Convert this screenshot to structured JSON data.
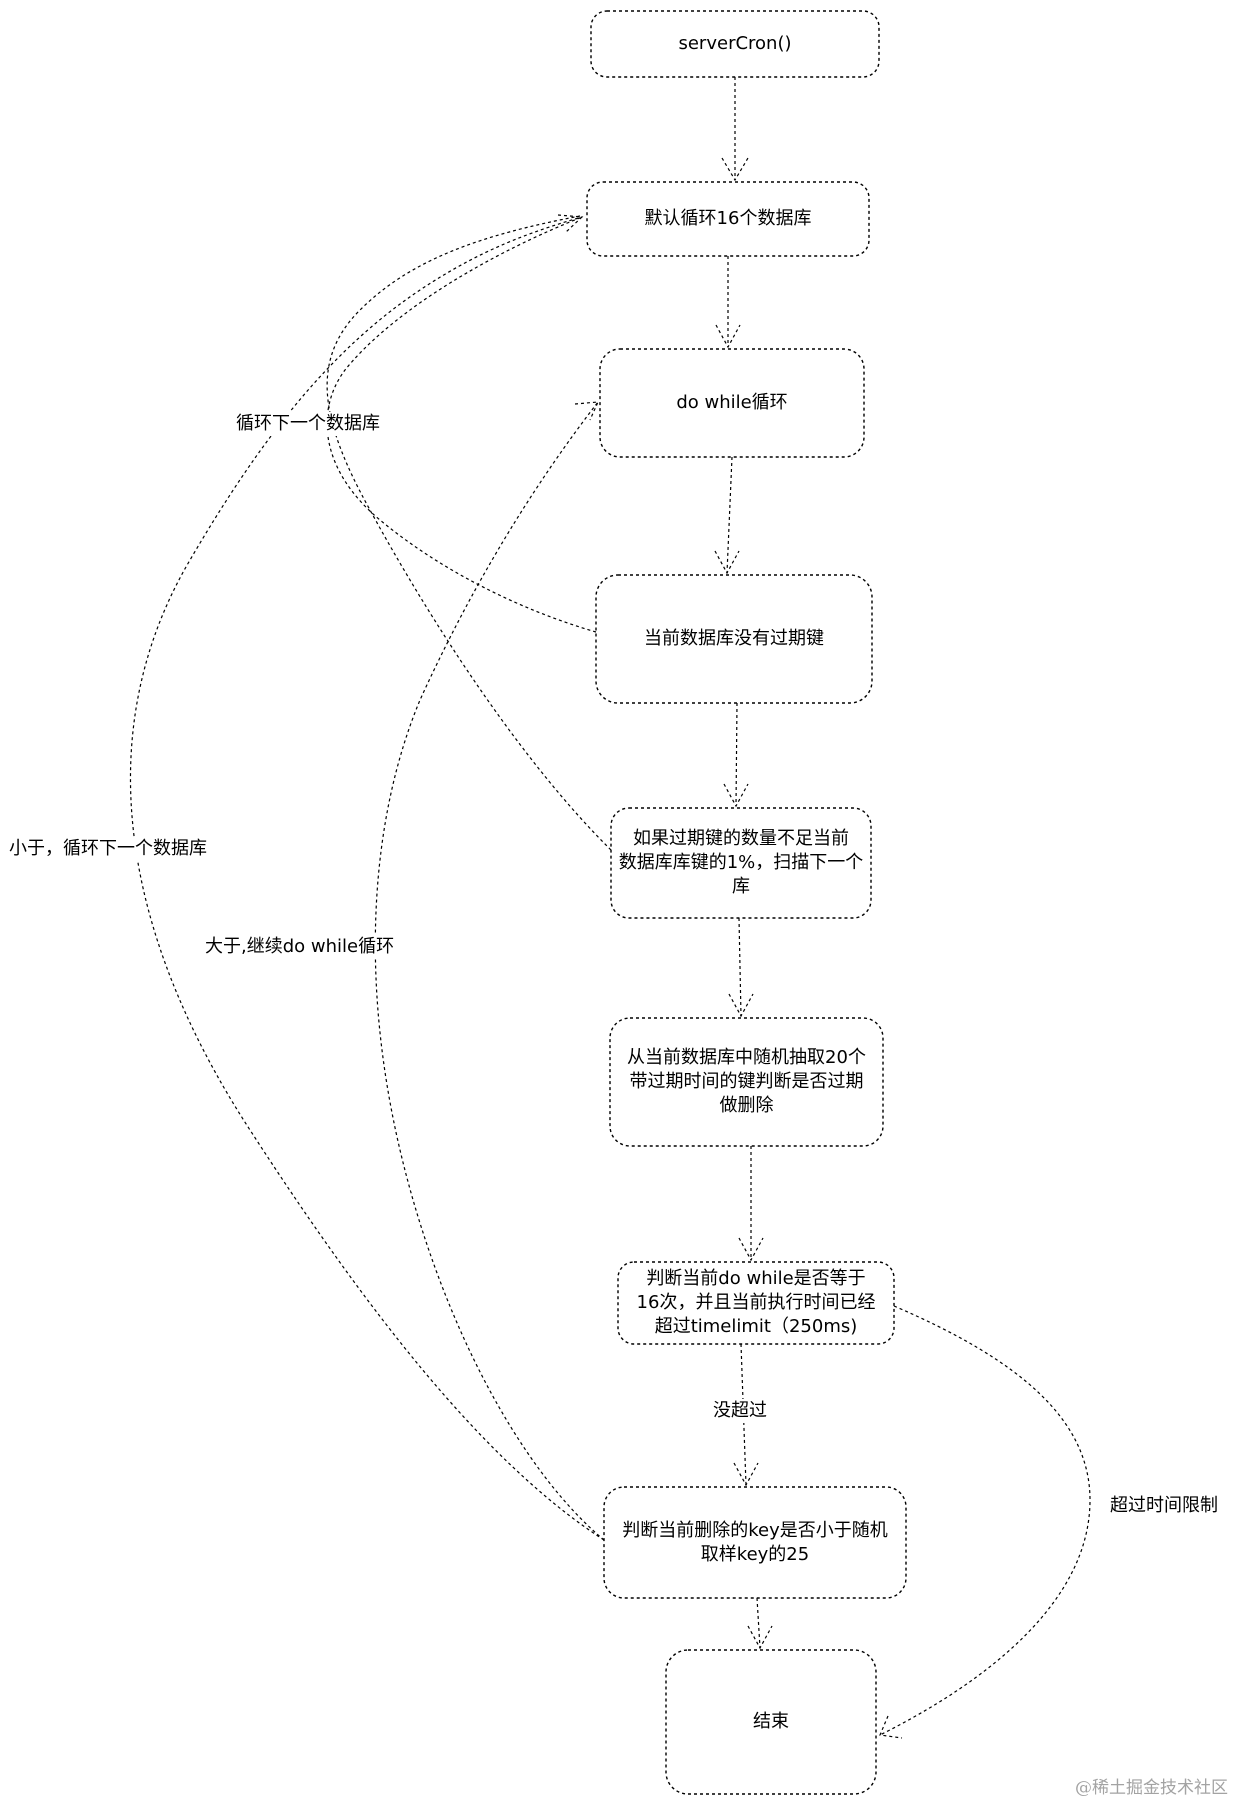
{
  "nodes": {
    "server_cron": {
      "lines": [
        "serverCron()"
      ]
    },
    "loop_16_db": {
      "lines": [
        "默认循环16个数据库"
      ]
    },
    "do_while": {
      "lines": [
        "do while循环"
      ]
    },
    "no_expired": {
      "lines": [
        "当前数据库没有过期键"
      ]
    },
    "expired_lt_1pct": {
      "lines": [
        "如果过期键的数量不足当前",
        "数据库库键的1%，扫描下一个",
        "库"
      ]
    },
    "sample_20": {
      "lines": [
        "从当前数据库中随机抽取20个",
        "带过期时间的键判断是否过期",
        "做删除"
      ]
    },
    "check_limit": {
      "lines": [
        "判断当前do while是否等于",
        "16次，并且当前执行时间已经",
        "超过timelimit（250ms)"
      ]
    },
    "check_25": {
      "lines": [
        "判断当前删除的key是否小于随机",
        "取样key的25"
      ]
    },
    "end": {
      "lines": [
        "结束"
      ]
    }
  },
  "edge_labels": {
    "next_db": "循环下一个数据库",
    "less_next_db": "小于，循环下一个数据库",
    "greater_continue": "大于,继续do while循环",
    "not_exceeded": "没超过",
    "exceeded": "超过时间限制"
  },
  "watermark": "@稀土掘金技术社区"
}
